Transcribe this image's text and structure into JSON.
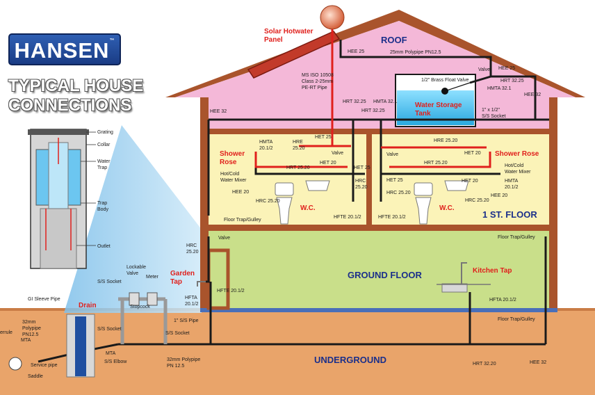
{
  "brand": {
    "name": "HANSEN",
    "mark": "™"
  },
  "headline": {
    "line1": "TYPICAL HOUSE",
    "line2": "CONNECTIONS"
  },
  "zones": {
    "roof": "ROOF",
    "first_floor": "1 ST. FLOOR",
    "ground_floor": "GROUND FLOOR",
    "underground": "UNDERGROUND"
  },
  "callouts": {
    "solar_panel": [
      "Solar Hotwater",
      "Panel"
    ],
    "water_tank": [
      "Water Storage",
      "Tank"
    ],
    "shower_rose": [
      "Shower",
      "Rose"
    ],
    "shower_rose_right": "Shower Rose",
    "wc": "W.C.",
    "garden_tap": [
      "Garden",
      "Tap"
    ],
    "kitchen_tap": "Kitchen Tap",
    "drain": "Drain"
  },
  "trap_diagram": {
    "labels": [
      "Grating",
      "Collar",
      "Water",
      "Trap",
      "Trap",
      "Body",
      "Outlet"
    ]
  },
  "roof_labels": {
    "hee25_top": "HEE 25",
    "polypipe_top": "25mm Polypipe PN12.5",
    "ms_iso": [
      "MS ISO 10508",
      "Class 2-25mm",
      "PE-RT Pipe"
    ],
    "valve": "Valve",
    "hee25_right": "HEE 25",
    "hrt3225_right": "HRT 32.25",
    "float_valve": "1/2\" Brass Float Valve",
    "hmta321": "HMTA 32.1",
    "hee32_right": "HEE 32",
    "socket": [
      "1\" x 1/2\"",
      "S/S Socket"
    ],
    "hee32_left": "HEE 32",
    "hrt3225_mid": "HRT 32.25",
    "hmta321_mid": "HMTA 32.1",
    "hrt3225_low": "HRT 32.25"
  },
  "first_floor_labels": {
    "hmta_left": [
      "HMTA",
      "20.1/2"
    ],
    "het25": "HET 25",
    "hre2520_left": [
      "HRE",
      "25.20"
    ],
    "valve_left": "Valve",
    "het20_left": "HET 20",
    "hrt2520_left": "HRT 25.20",
    "hot_cold_left": [
      "Hot/Cold",
      "Water Mixer"
    ],
    "hee20_left": "HEE 20",
    "hrc2520_left": "HRC 25.20",
    "het25_col": "HET 25",
    "hrc2520_col": [
      "HRC",
      "25.20"
    ],
    "hfte_left": "HFTE 20.1/2",
    "valve_right": "Valve",
    "hre2520_right": "HRE 25.20",
    "het20_right": "HET 20",
    "hrt2520_right": "HRT 25.20",
    "het25_right": "HET 25",
    "hrc2520_right": "HRC 25.20",
    "hot_cold_right": [
      "Hot/Cold",
      "Water Mixer"
    ],
    "hee20_right": "HEE 20",
    "hmta_right": [
      "HMTA",
      "20.1/2"
    ],
    "het20_low": "HET 20",
    "hrc2520_low": "HRC 25.20",
    "hfte_right": "HFTE 20.1/2",
    "floor_trap": "Floor Trap/Gulley"
  },
  "ground_labels": {
    "valve": "Valve",
    "hrc": [
      "HRC",
      "25.20"
    ],
    "floor_trap_right": "Floor Trap/Gulley",
    "hfte": "HFTE 20.1/2",
    "hfta": [
      "HFTA",
      "20.1/2"
    ],
    "hfta_kitchen": "HFTA 20.1/2",
    "floor_trap_low": "Floor Trap/Gulley",
    "lockable_valve": [
      "Lockable",
      "Valve"
    ],
    "meter": "Meter",
    "ss_socket_top": "S/S Socket",
    "stopcock": "Stopcock",
    "ss_pipe": "1\" S/S Pipe",
    "ss_socket_mid": "S/S Socket",
    "polypipe_bottom": [
      "32mm Polypipe",
      "PN 12.5"
    ],
    "hrt3220": "HRT 32.20",
    "hee32_bottom": "HEE 32"
  },
  "drain_labels": {
    "gi_sleeve": "GI Sleeve Pipe",
    "polypipe": [
      "32mm",
      "Polypipe",
      "PN12.5"
    ],
    "ferrule": "errule",
    "mta": "MTA",
    "ss_socket": "S/S Socket",
    "mta2": "MTA",
    "ss_elbow": "S/S Elbow",
    "service_pipe": "Service pipe",
    "saddle": "Saddle"
  },
  "colors": {
    "roof_fill": "#f4b8d8",
    "floor1_fill": "#fbf3b8",
    "ground_fill": "#c9df8a",
    "soil": "#e9a46a",
    "brick": "#a9542c",
    "hot_pipe": "#e0201c",
    "cold_pipe": "#1a1a1a",
    "water": "#55c8f0",
    "brand_blue": "#1a3c85"
  }
}
